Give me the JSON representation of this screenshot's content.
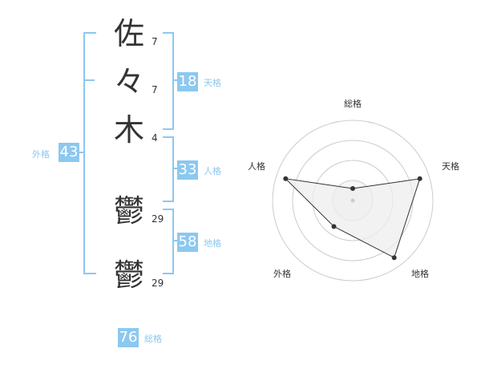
{
  "name": {
    "chars": [
      {
        "char": "佐",
        "strokes": "7"
      },
      {
        "char": "々",
        "strokes": "7"
      },
      {
        "char": "木",
        "strokes": "4"
      },
      {
        "char": "鬱",
        "strokes": "29"
      },
      {
        "char": "鬱",
        "strokes": "29"
      }
    ]
  },
  "kaku": {
    "tenkaku": {
      "value": "18",
      "label": "天格"
    },
    "jinkaku": {
      "value": "33",
      "label": "人格"
    },
    "chikaku": {
      "value": "58",
      "label": "地格"
    },
    "gaikaku": {
      "value": "43",
      "label": "外格"
    },
    "soukaku": {
      "value": "76",
      "label": "総格"
    }
  },
  "chart_data": {
    "type": "radar",
    "axes": [
      "総格",
      "天格",
      "地格",
      "外格",
      "人格"
    ],
    "rings": 4,
    "values": [
      0.15,
      0.88,
      0.88,
      0.4,
      0.88
    ],
    "colors": {
      "fill": "#eeeeee",
      "ring": "#cccccc",
      "line": "#333333",
      "point": "#333333"
    }
  }
}
